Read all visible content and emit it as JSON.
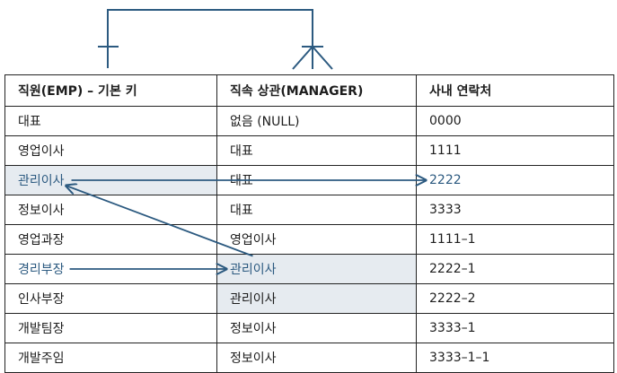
{
  "table": {
    "headers": [
      "직원(EMP) – 기본 키",
      "직속 상관(MANAGER)",
      "사내 연락처"
    ],
    "rows": [
      [
        "대표",
        "없음 (NULL)",
        "0000"
      ],
      [
        "영업이사",
        "대표",
        "1111"
      ],
      [
        "관리이사",
        "대표",
        "2222"
      ],
      [
        "정보이사",
        "대표",
        "3333"
      ],
      [
        "영업과장",
        "영업이사",
        "1111–1"
      ],
      [
        "경리부장",
        "관리이사",
        "2222–1"
      ],
      [
        "인사부장",
        "관리이사",
        "2222–2"
      ],
      [
        "개발팀장",
        "정보이사",
        "3333–1"
      ],
      [
        "개발주임",
        "정보이사",
        "3333–1–1"
      ]
    ]
  },
  "colors": {
    "ink": "#1d1d1d",
    "arrow": "#2c5a80",
    "highlight": "#e6ebf0"
  }
}
